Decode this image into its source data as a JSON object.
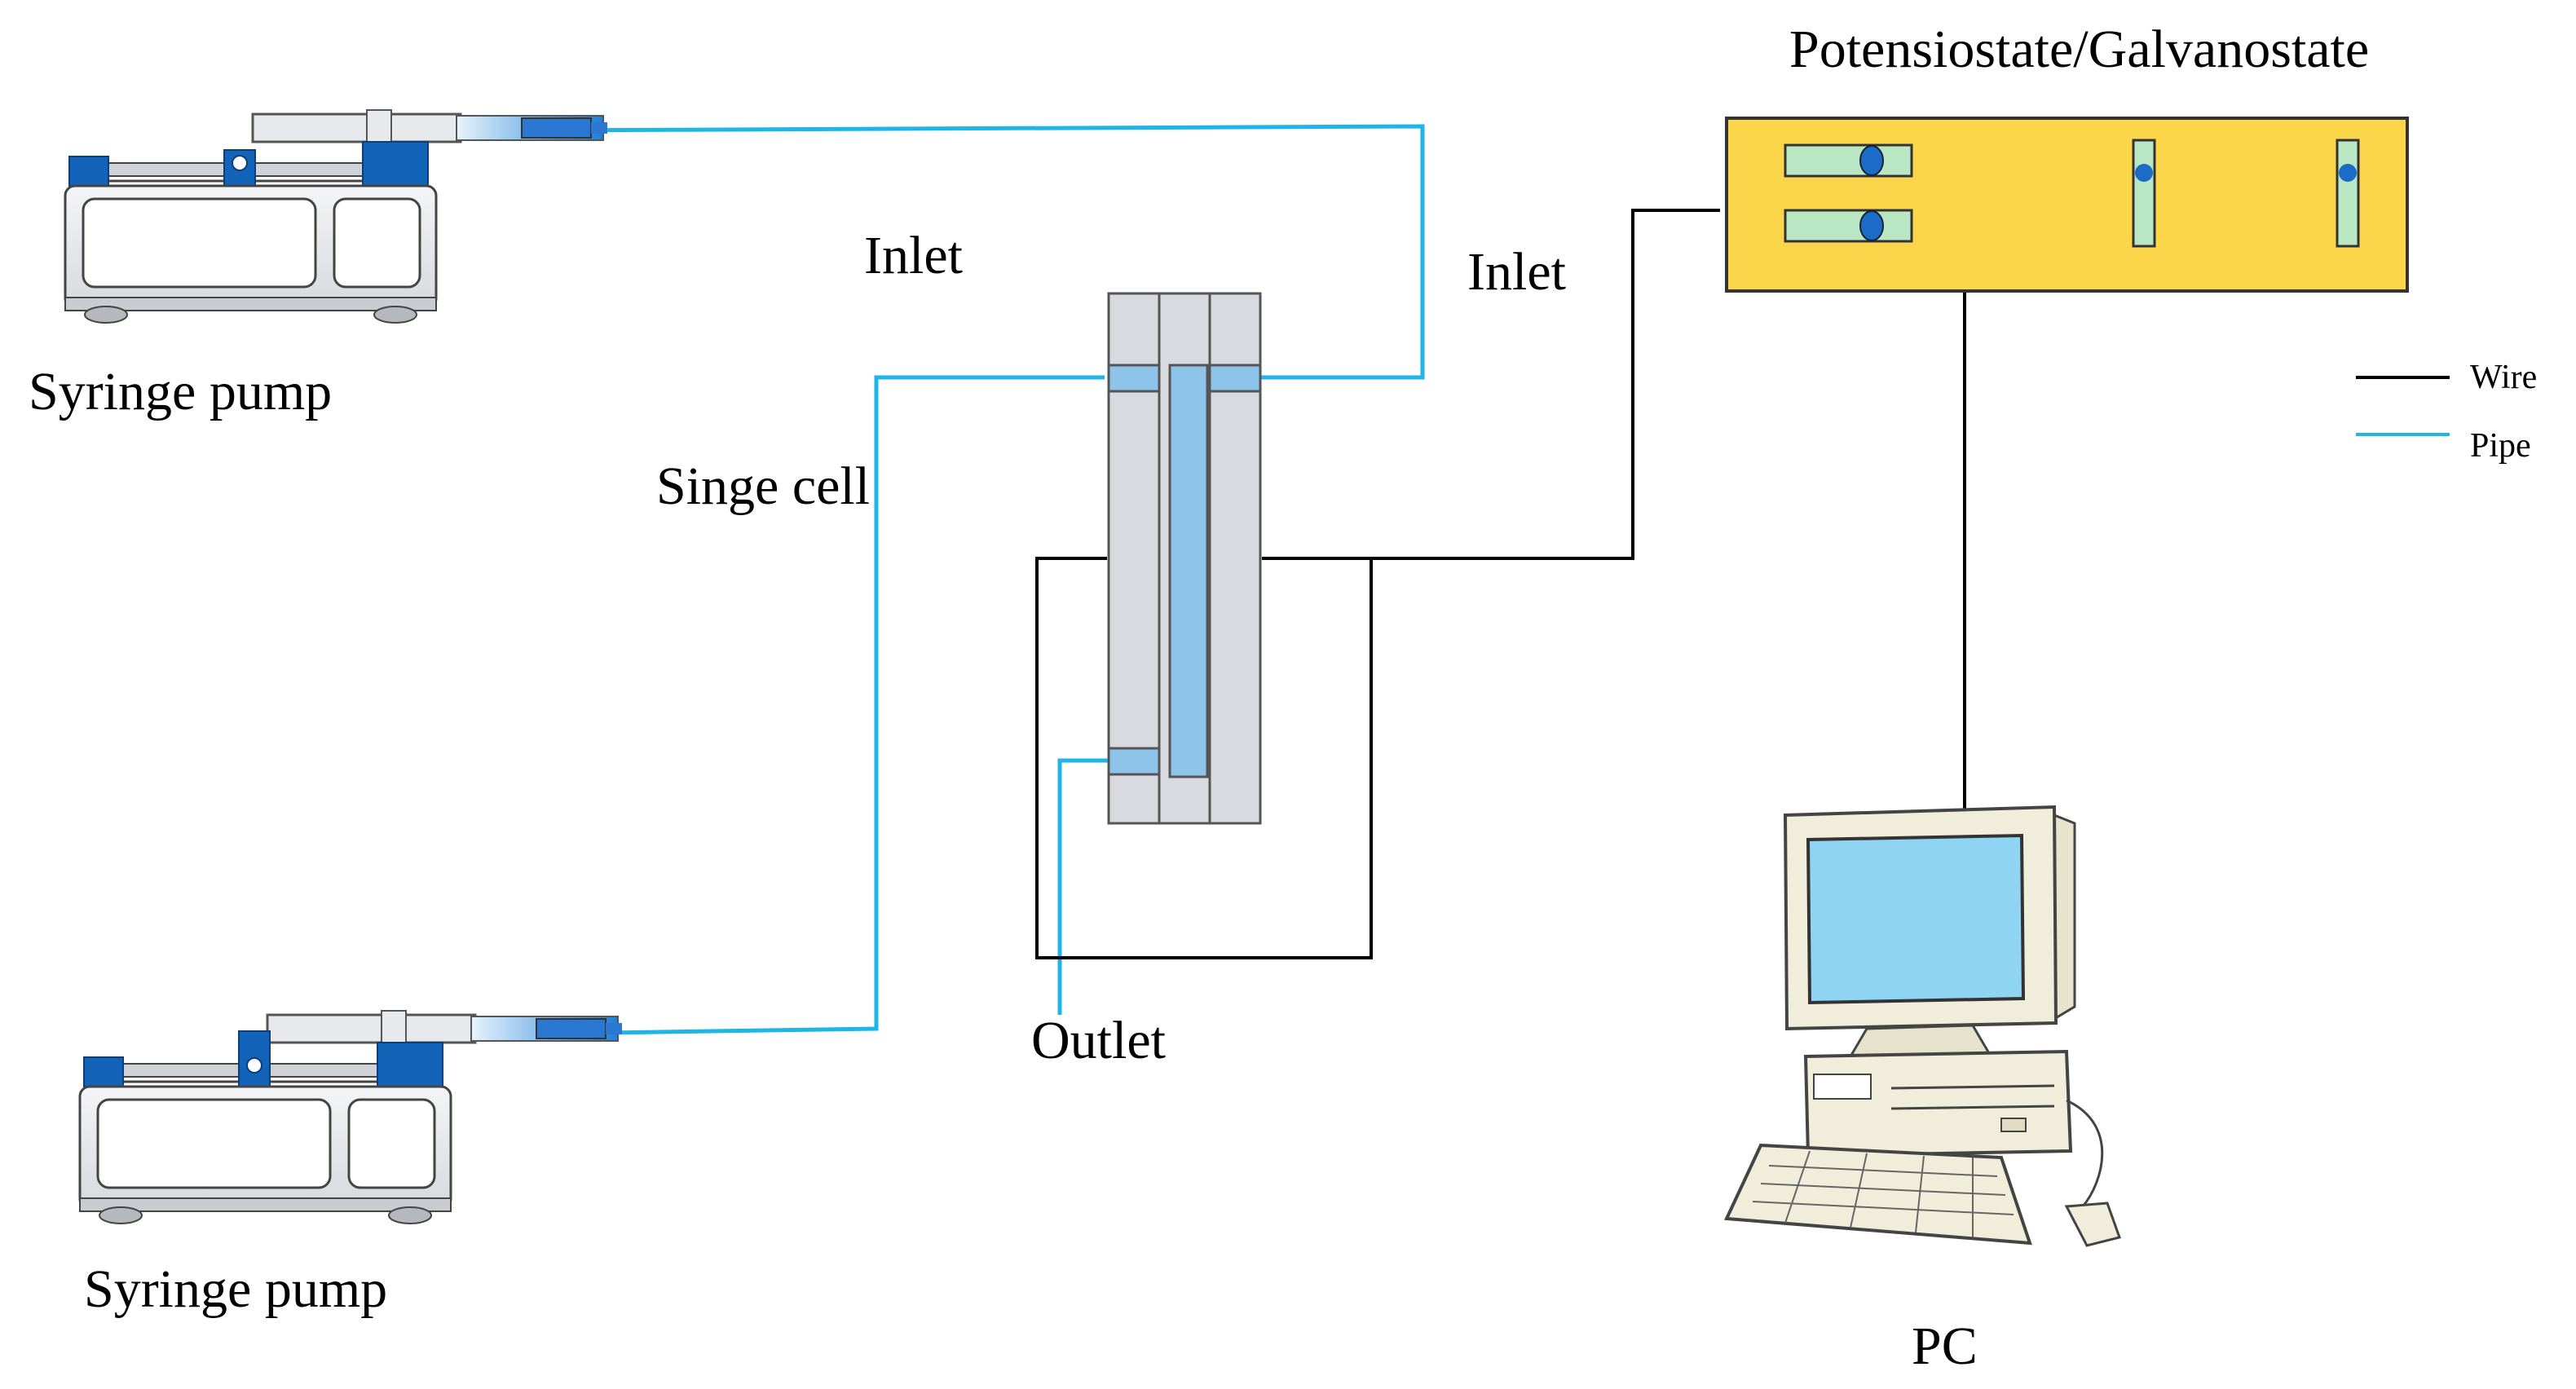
{
  "labels": {
    "syringe_pump_top": "Syringe pump",
    "syringe_pump_bottom": "Syringe pump",
    "inlet_left": "Inlet",
    "inlet_right": "Inlet",
    "single_cell": "Singe cell",
    "outlet": "Outlet",
    "potentiostat": "Potensiostate/Galvanostate",
    "pc": "PC"
  },
  "legend": {
    "items": [
      {
        "label": "Wire",
        "color": "#000000"
      },
      {
        "label": "Pipe",
        "color": "#1fb6e6"
      }
    ]
  },
  "colors": {
    "wire": "#000000",
    "pipe": "#1fb6e6",
    "potentiostat_body": "#fbd64b",
    "pump_accent": "#1363b8",
    "cell_gray": "#d9dadf",
    "cell_blue": "#8ec3ea",
    "screen_blue": "#8fd4f3"
  }
}
